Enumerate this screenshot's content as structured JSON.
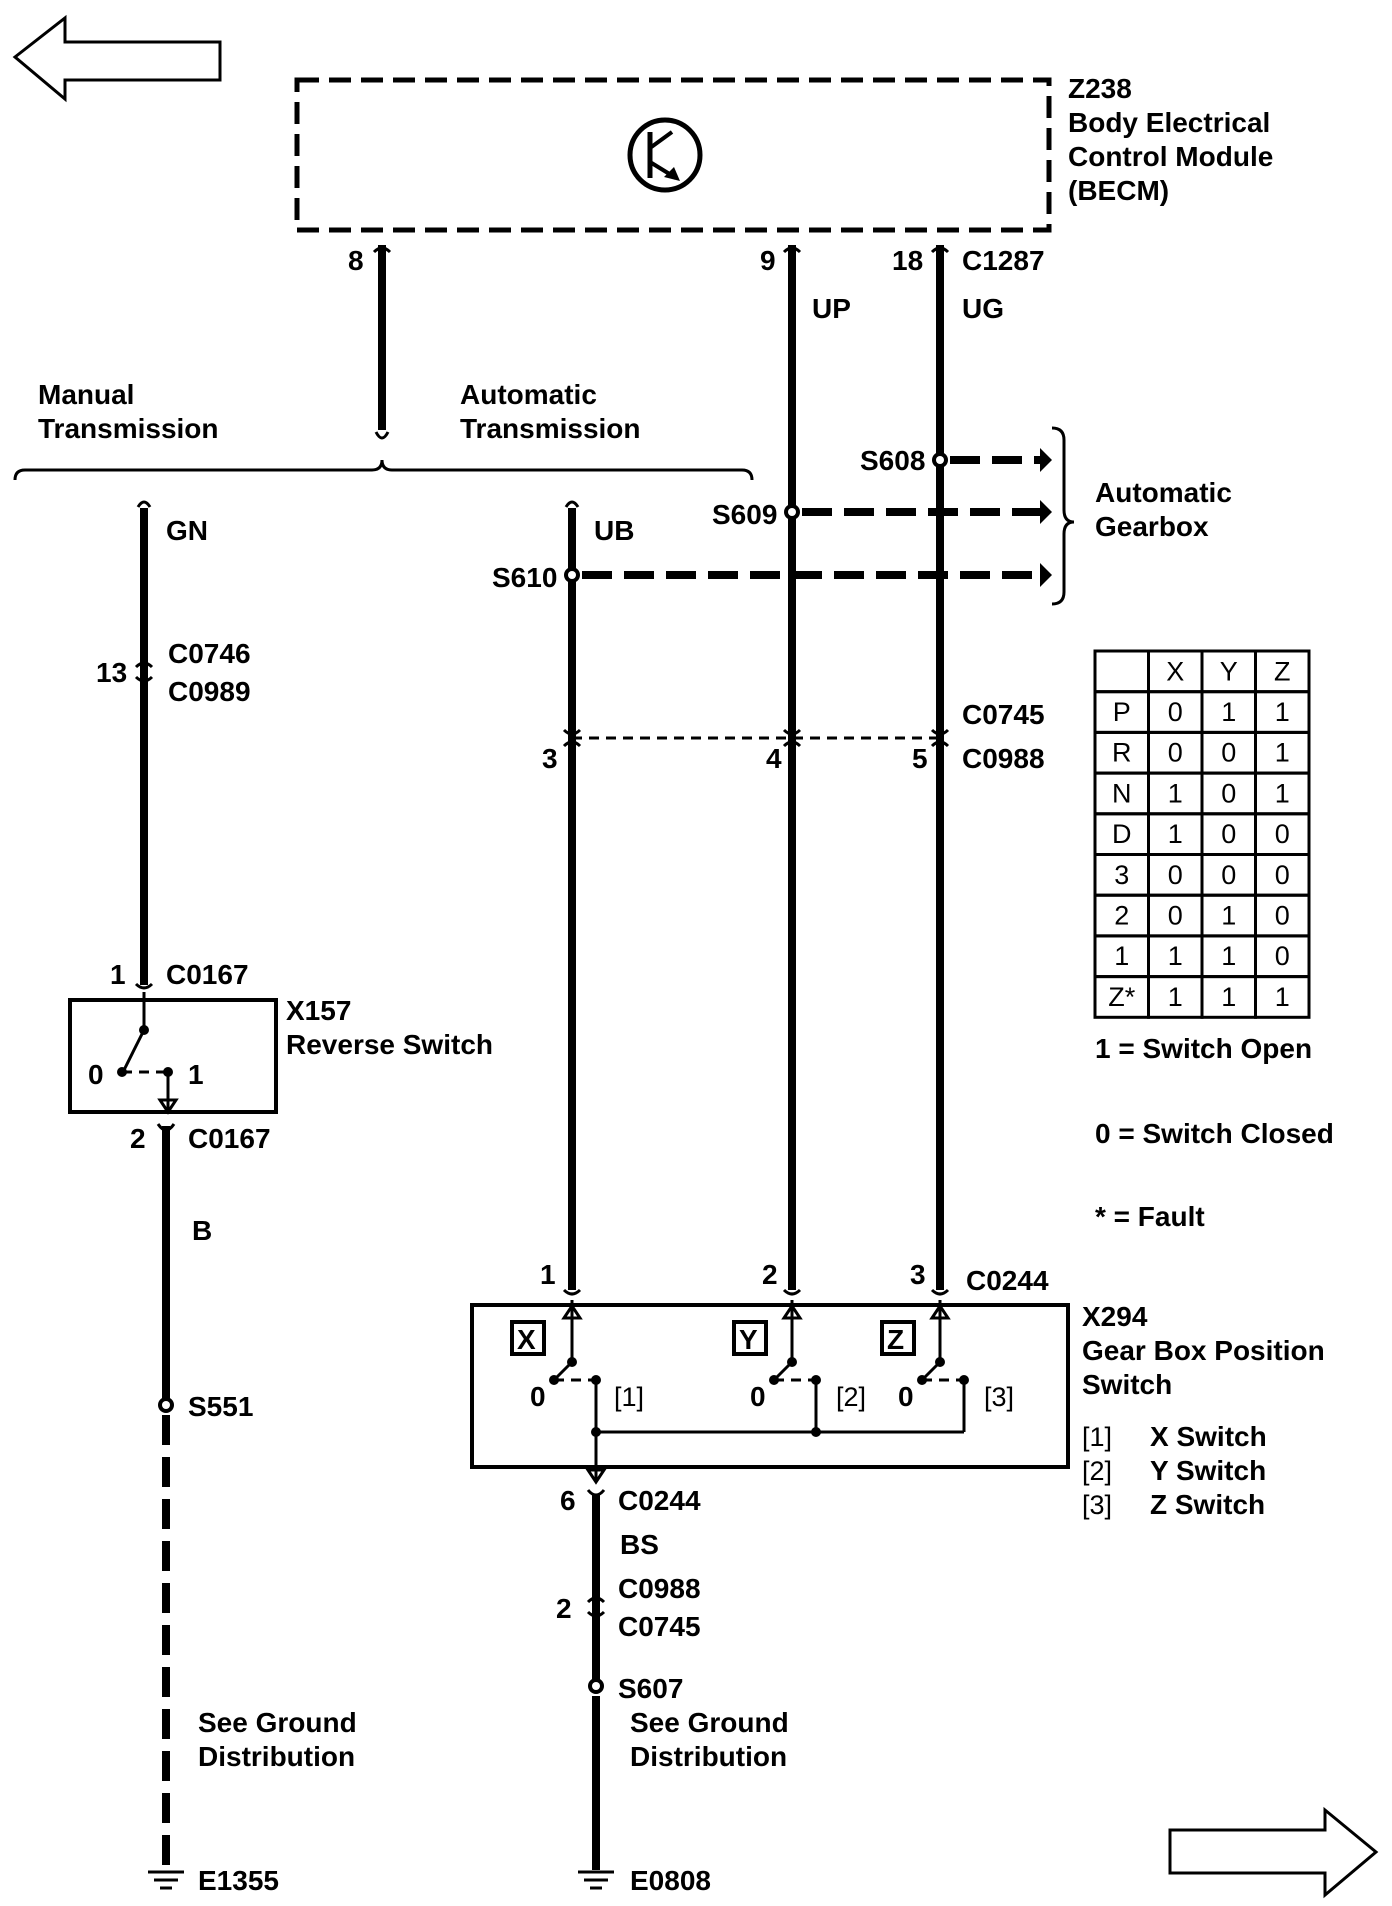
{
  "module": {
    "id": "Z238",
    "name_line1": "Body Electrical",
    "name_line2": "Control Module",
    "name_line3": "(BECM)",
    "connector": "C1287",
    "pins": [
      "8",
      "9",
      "18"
    ]
  },
  "wires": {
    "up": "UP",
    "ug": "UG",
    "gn": "GN",
    "ub": "UB",
    "b": "B",
    "bs": "BS"
  },
  "transmission": {
    "manual_line1": "Manual",
    "manual_line2": "Transmission",
    "auto_line1": "Automatic",
    "auto_line2": "Transmission"
  },
  "splices": {
    "s608": "S608",
    "s609": "S609",
    "s610": "S610",
    "s551": "S551",
    "s607": "S607"
  },
  "gearbox": {
    "line1": "Automatic",
    "line2": "Gearbox"
  },
  "connectors": {
    "c0746": "C0746",
    "c0989": "C0989",
    "pin13": "13",
    "c0745": "C0745",
    "c0988": "C0988",
    "pin3": "3",
    "pin4": "4",
    "pin5": "5",
    "c0167_top": "C0167",
    "pin1_c0167": "1",
    "c0167_bottom": "C0167",
    "pin2_c0167": "2",
    "c0244_top": "C0244",
    "pin1_c0244": "1",
    "pin2_c0244": "2",
    "pin3_c0244": "3",
    "c0244_bottom": "C0244",
    "pin6_c0244": "6",
    "c0988_lower": "C0988",
    "c0745_lower": "C0745",
    "pin2_lower": "2"
  },
  "reverse_switch": {
    "id": "X157",
    "name": "Reverse Switch",
    "pos0": "0",
    "pos1": "1"
  },
  "position_switch": {
    "id": "X294",
    "name_line1": "Gear Box Position",
    "name_line2": "Switch",
    "x_label": "X",
    "y_label": "Y",
    "z_label": "Z",
    "zero": "0",
    "ref1": "[1]",
    "ref2": "[2]",
    "ref3": "[3]"
  },
  "switch_legend": [
    {
      "ref": "[1]",
      "name": "X Switch"
    },
    {
      "ref": "[2]",
      "name": "Y Switch"
    },
    {
      "ref": "[3]",
      "name": "Z Switch"
    }
  ],
  "grounds": {
    "left_line1": "See Ground",
    "left_line2": "Distribution",
    "left_id": "E1355",
    "right_line1": "See Ground",
    "right_line2": "Distribution",
    "right_id": "E0808"
  },
  "truth_table": {
    "headers": [
      "",
      "X",
      "Y",
      "Z"
    ],
    "rows": [
      [
        "P",
        "0",
        "1",
        "1"
      ],
      [
        "R",
        "0",
        "0",
        "1"
      ],
      [
        "N",
        "1",
        "0",
        "1"
      ],
      [
        "D",
        "1",
        "0",
        "0"
      ],
      [
        "3",
        "0",
        "0",
        "0"
      ],
      [
        "2",
        "0",
        "1",
        "0"
      ],
      [
        "1",
        "1",
        "1",
        "0"
      ],
      [
        "Z*",
        "1",
        "1",
        "1"
      ]
    ]
  },
  "legend": {
    "open": "1 =  Switch Open",
    "closed": "0 =  Switch Closed",
    "fault": "* =   Fault"
  }
}
